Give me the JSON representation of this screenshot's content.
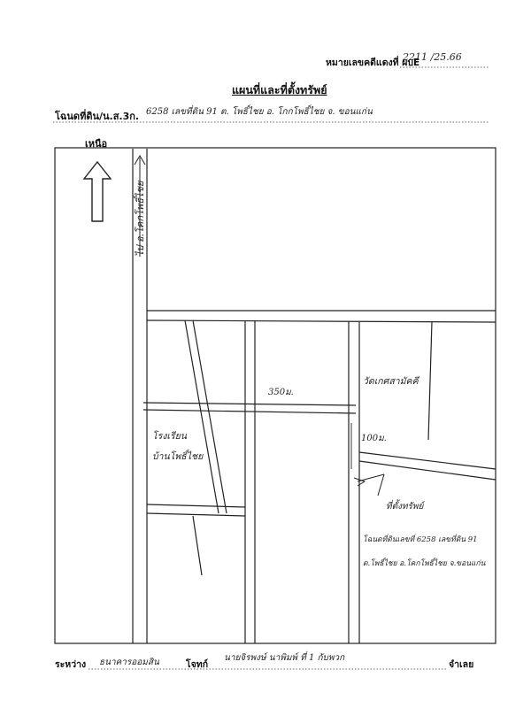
{
  "header": {
    "doc_number_label": "หมายเลขคดีแดงที่ ผบE",
    "doc_number_value": "2211 /25.66",
    "title": "แผนที่และที่ตั้งทรัพย์",
    "deed_label": "โฉนดที่ดิน/น.ส.3ก.",
    "deed_details": "6258  เลขที่ดิน 91  ต. โพธิ์ไชย  อ. โกกโพธิ์ไชย  จ. ขอนแก่น"
  },
  "map": {
    "north_label": "เหนือ",
    "road_label": "ไป อ.โคกโพธิ์ไชย",
    "distance_horizontal": "350ม.",
    "distance_vertical": "100ม.",
    "place_school_line1": "โรงเรียน",
    "place_school_line2": "บ้านโพธิ์ไชย",
    "place_temple": "วัดเกศสามัคคี",
    "place_property": "ที่ตั้งทรัพย์",
    "note_line1": "โฉนดที่ดินเลขที่ 6258  เลขที่ดิน 91",
    "note_line2": "ต.โพธิ์ไชย อ.โคกโพธิ์ไชย จ.ขอนแก่น"
  },
  "footer": {
    "between_label": "ระหว่าง",
    "bank": "ธนาคารออมสิน",
    "plaintiff_label": "โจทก์",
    "plaintiff_name": "นายจิรพงษ์  นาพิมพ์  ที่ 1 กับพวก",
    "defendant_label": "จำเลย"
  }
}
